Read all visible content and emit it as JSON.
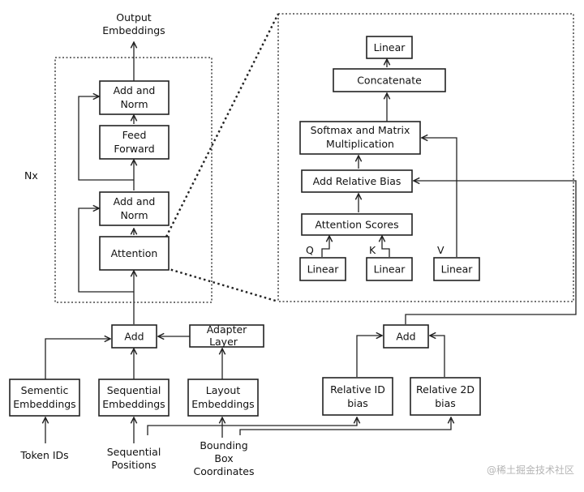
{
  "labels": {
    "output_embeddings": [
      "Output",
      "Embeddings"
    ],
    "nx": "Nx",
    "add_norm_top": [
      "Add and",
      "Norm"
    ],
    "feed_forward": [
      "Feed",
      "Forward"
    ],
    "add_norm_bottom": [
      "Add and",
      "Norm"
    ],
    "attention": "Attention",
    "linear_out": "Linear",
    "concatenate": "Concatenate",
    "softmax": [
      "Softmax and Matrix",
      "Multiplication"
    ],
    "add_relative_bias": "Add Relative Bias",
    "attention_scores": "Attention Scores",
    "q": "Q",
    "k": "K",
    "v": "V",
    "linear_q": "Linear",
    "linear_k": "Linear",
    "linear_v": "Linear",
    "add_main": "Add",
    "adapter_layer": [
      "Adapter",
      "Layer"
    ],
    "add_bias": "Add",
    "semantic_embeddings": [
      "Sementic",
      "Embeddings"
    ],
    "sequential_embeddings": [
      "Sequential",
      "Embeddings"
    ],
    "layout_embeddings": [
      "Layout",
      "Embeddings"
    ],
    "relative_id_bias": [
      "Relative ID",
      "bias"
    ],
    "relative_2d_bias": [
      "Relative 2D",
      "bias"
    ],
    "token_ids": "Token IDs",
    "sequential_positions": [
      "Sequential",
      "Positions"
    ],
    "bounding_box": [
      "Bounding",
      "Box",
      "Coordinates"
    ],
    "watermark": "@稀土掘金技术社区"
  }
}
